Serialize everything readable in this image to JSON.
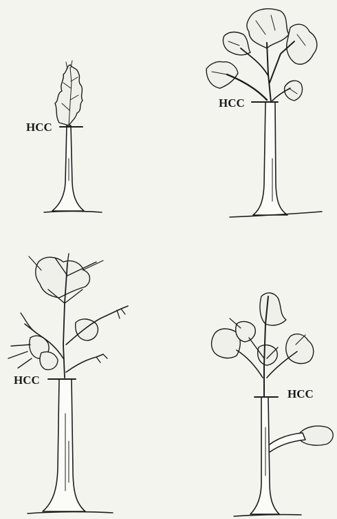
{
  "figure": {
    "panels": [
      {
        "id": "tree-1",
        "hcc_label": "HCC"
      },
      {
        "id": "tree-2",
        "hcc_label": "HCC"
      },
      {
        "id": "tree-3",
        "hcc_label": "HCC"
      },
      {
        "id": "tree-4",
        "hcc_label": "HCC"
      }
    ]
  }
}
